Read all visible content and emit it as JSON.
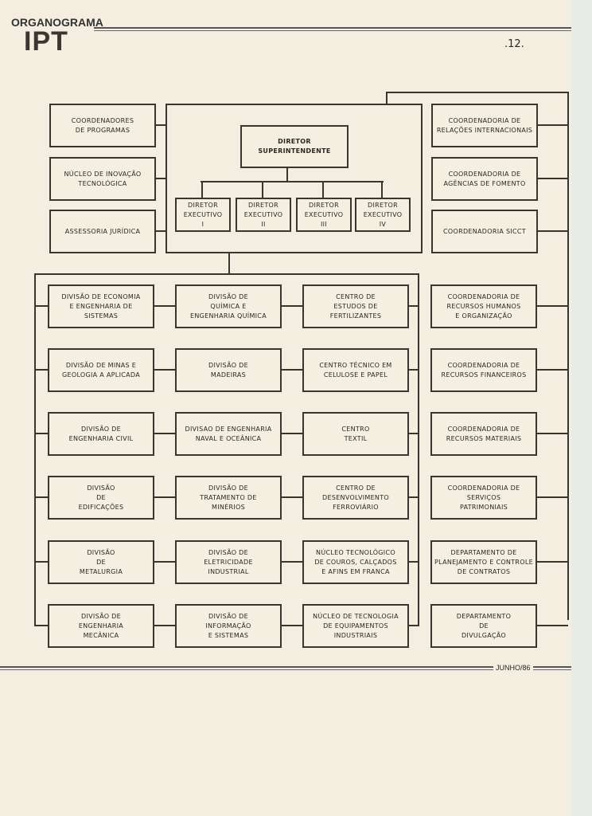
{
  "header": {
    "title": "ORGANOGRAMA",
    "logo": "IPT",
    "page_number": ".12."
  },
  "footer": {
    "date": "JUNHO/86"
  },
  "chart": {
    "director": "DIRETOR\nSUPERINTENDENTE",
    "executives": [
      "DIRETOR\nEXECUTIVO\nI",
      "DIRETOR\nEXECUTIVO\nII",
      "DIRETOR\nEXECUTIVO\nIII",
      "DIRETOR\nEXECUTIVO\nIV"
    ],
    "staff_left": [
      "COORDENADORES\nDE PROGRAMAS",
      "NÚCLEO DE INOVAÇÃO\nTECNOLÓGICA",
      "ASSESSORIA JURÍDICA"
    ],
    "staff_right": [
      "COORDENADORIA DE\nRELAÇÕES INTERNACIONAIS",
      "COORDENADORIA DE\nAGÊNCIAS DE FOMENTO",
      "COORDENADORIA SICCT"
    ],
    "units": [
      [
        "DIVISÃO DE ECONOMIA\nE ENGENHARIA DE\nSISTEMAS",
        "DIVISÃO DE\nQUÍMICA E\nENGENHARIA QUÍMICA",
        "CENTRO DE\nESTUDOS DE\nFERTILIZANTES"
      ],
      [
        "DIVISÃO DE MINAS E\nGEOLOGIA A APLICADA",
        "DIVISÃO DE\nMADEIRAS",
        "CENTRO TÉCNICO EM\nCELULOSE E PAPEL"
      ],
      [
        "DIVISÃO DE\nENGENHARIA CIVIL",
        "DIVISAO DE ENGENHARIA\nNAVAL E OCEÂNICA",
        "CENTRO\nTEXTIL"
      ],
      [
        "DIVISÃO\nDE\nEDIFICAÇÕES",
        "DIVISÃO DE\nTRATAMENTO DE\nMINÉRIOS",
        "CENTRO DE\nDESENVOLVIMENTO\nFERROVIÁRIO"
      ],
      [
        "DIVISÃO\nDE\nMETALURGIA",
        "DIVISÃO DE\nELETRICIDADE\nINDUSTRIAL",
        "NÚCLEO TECNOLÓGICO\nDE COUROS, CALÇADOS\nE AFINS EM FRANCA"
      ],
      [
        "DIVISÃO DE\nENGENHARIA\nMECÂNICA",
        "DIVISÃO DE\nINFORMAÇÃO\nE SISTEMAS",
        "NÚCLEO DE TECNOLOGIA\nDE EQUIPAMENTOS\nINDUSTRIAIS"
      ]
    ],
    "admin": [
      "COORDENADORIA DE\nRECURSOS HUMANOS\nE ORGANIZAÇÃO",
      "COORDENADORIA DE\nRECURSOS FINANCEIROS",
      "COORDENADORIA DE\nRECURSOS MATERIAIS",
      "COORDENADORIA DE\nSERVIÇOS\nPATRIMONIAIS",
      "DEPARTAMENTO DE\nPLANEJAMENTO E CONTROLE\nDE CONTRATOS",
      "DEPARTAMENTO\nDE\nDIVULGAÇÃO"
    ]
  }
}
